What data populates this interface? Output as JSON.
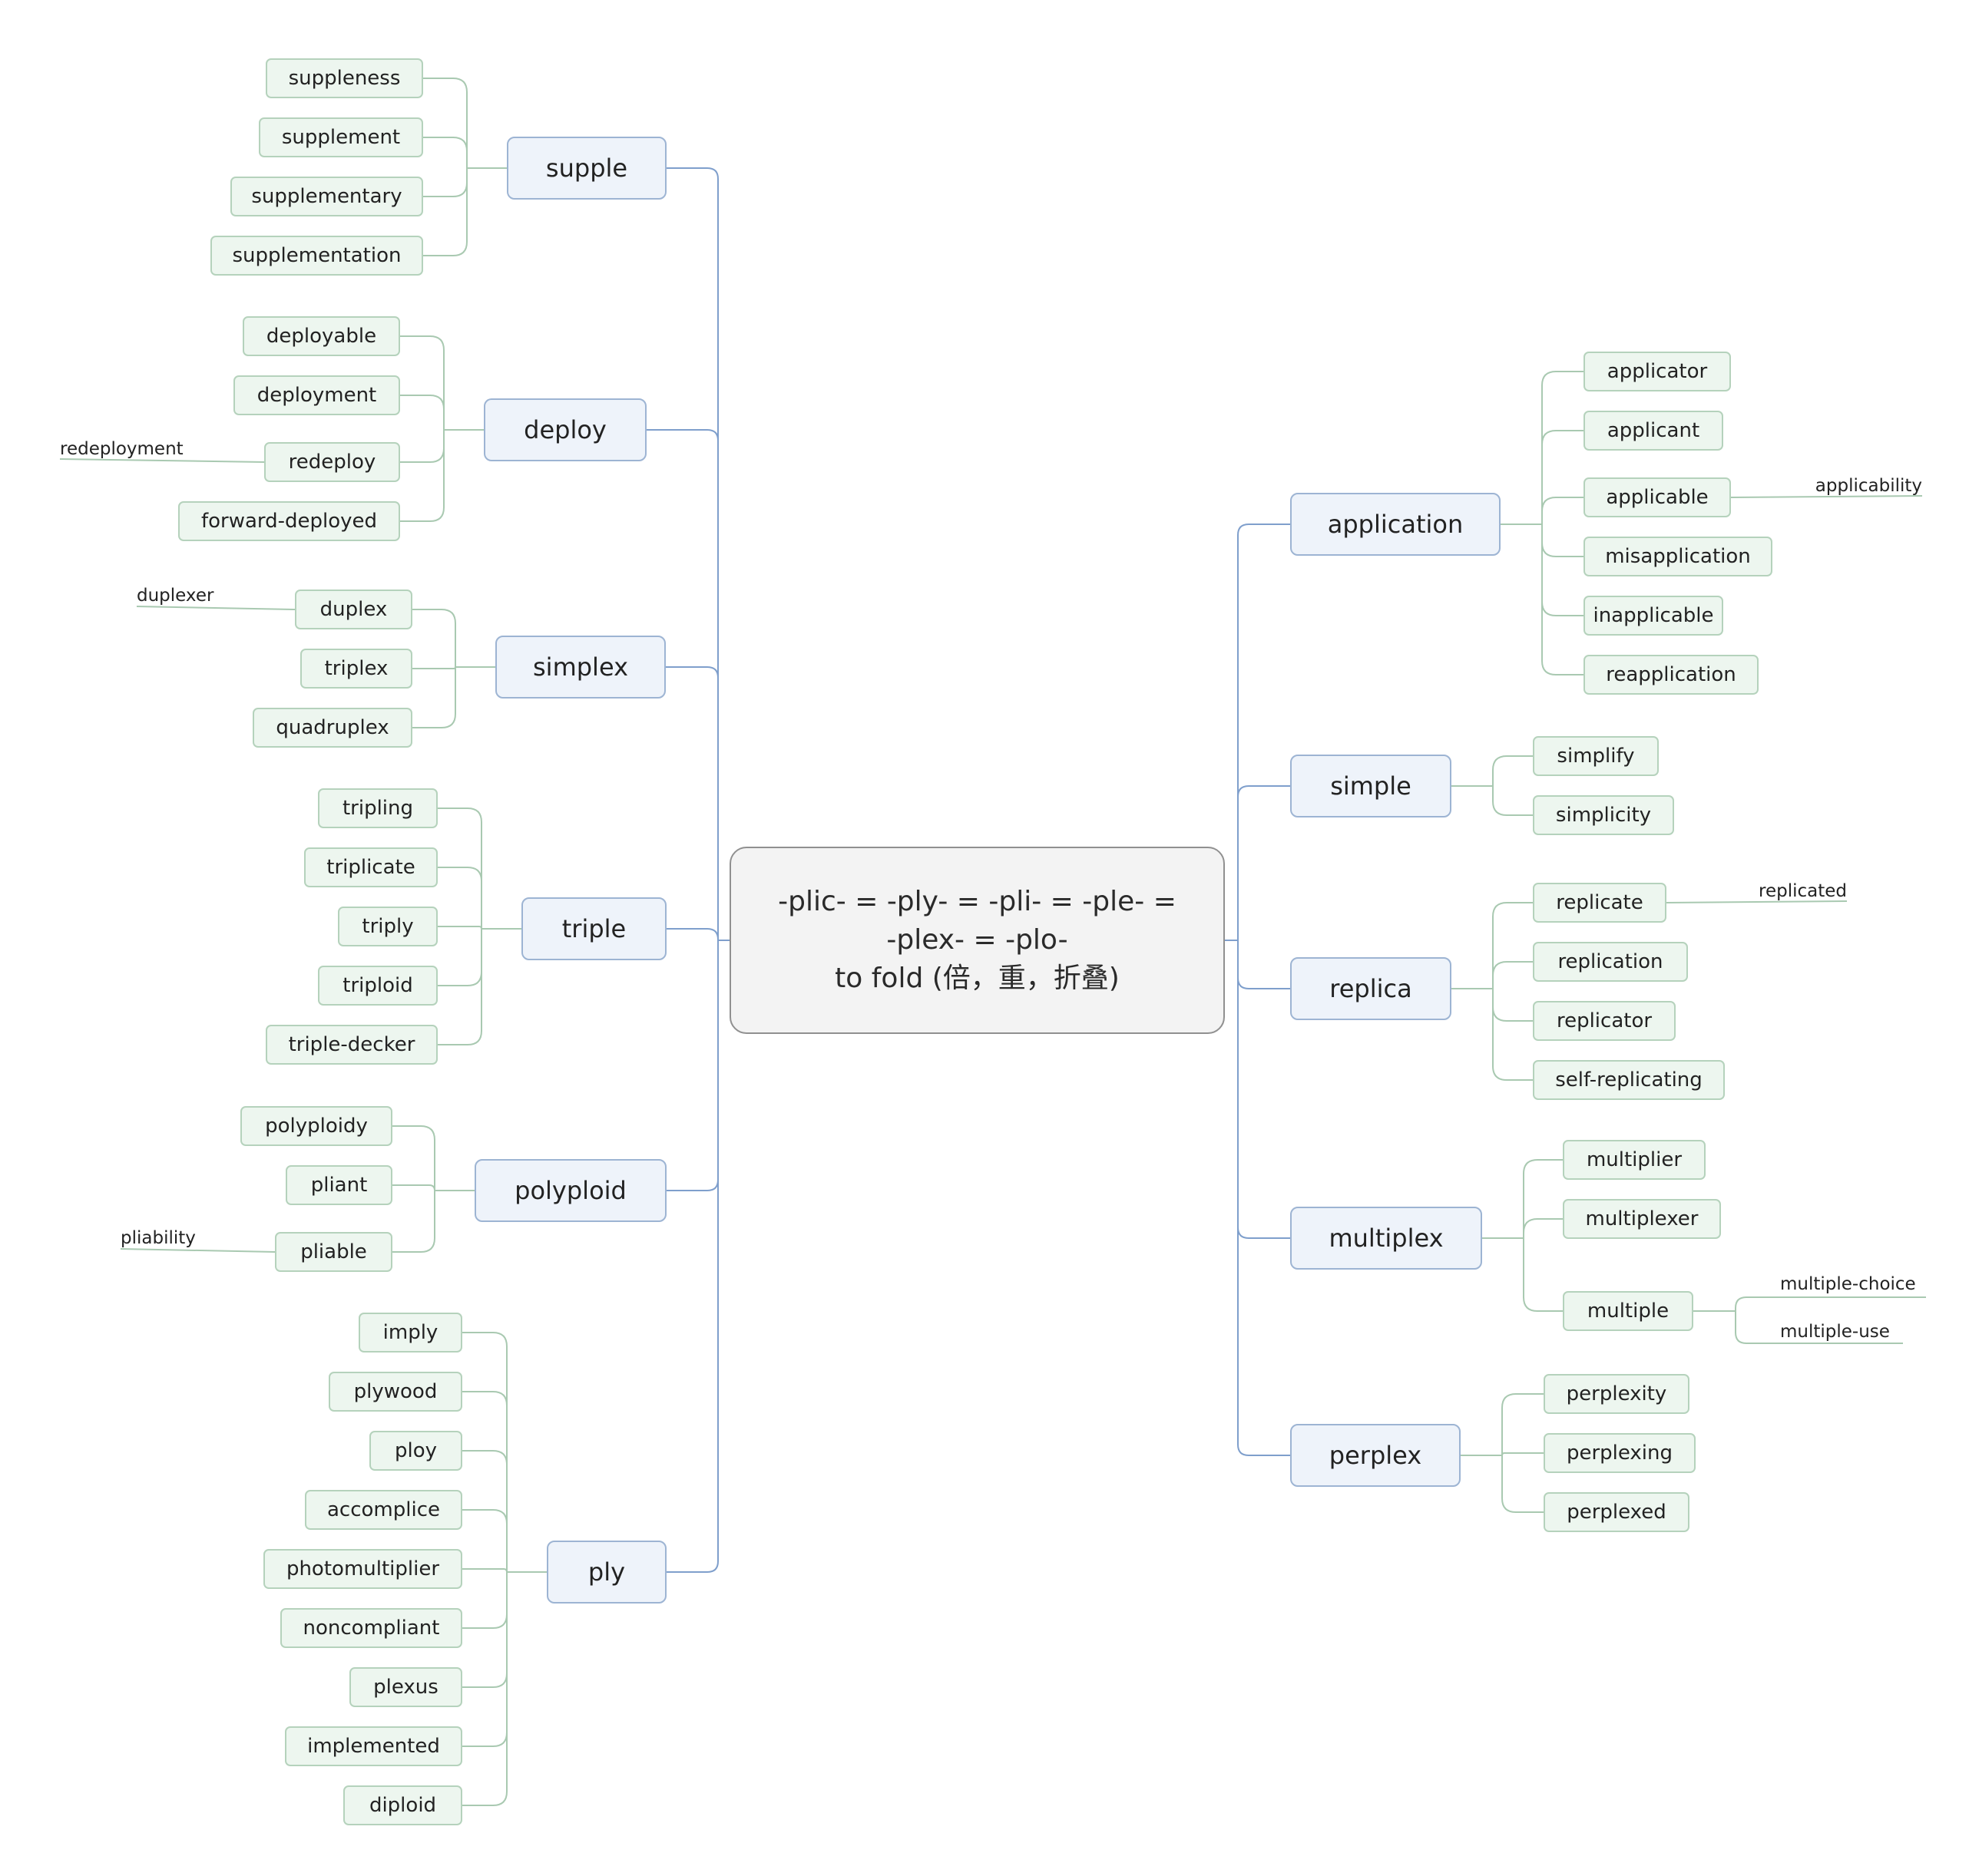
{
  "root": {
    "lines": [
      "-plic- = -ply- = -pli- = -ple- =",
      "-plex- = -plo-",
      "to fold (倍，重，折叠)"
    ]
  },
  "colors": {
    "root_fill": "#f3f3f3",
    "root_border": "#909090",
    "main_fill": "#eef3fa",
    "main_border": "#9db4d3",
    "leaf_fill": "#edf6ef",
    "leaf_border": "#b5d2bc",
    "main_connector": "#7f9fcc",
    "leaf_connector": "#a9c9b1"
  },
  "left_branches": [
    {
      "label": "supple",
      "children": [
        {
          "label": "suppleness"
        },
        {
          "label": "supplement"
        },
        {
          "label": "supplementary"
        },
        {
          "label": "supplementation"
        }
      ]
    },
    {
      "label": "deploy",
      "children": [
        {
          "label": "deployable"
        },
        {
          "label": "deployment"
        },
        {
          "label": "redeploy",
          "children": [
            "redeployment"
          ]
        },
        {
          "label": "forward-deployed"
        }
      ]
    },
    {
      "label": "simplex",
      "children": [
        {
          "label": "duplex",
          "children": [
            "duplexer"
          ]
        },
        {
          "label": "triplex"
        },
        {
          "label": "quadruplex"
        }
      ]
    },
    {
      "label": "triple",
      "children": [
        {
          "label": "tripling"
        },
        {
          "label": "triplicate"
        },
        {
          "label": "triply"
        },
        {
          "label": "triploid"
        },
        {
          "label": "triple-decker"
        }
      ]
    },
    {
      "label": "polyploid",
      "children": [
        {
          "label": "polyploidy"
        },
        {
          "label": "pliant"
        },
        {
          "label": "pliable",
          "children": [
            "pliability"
          ]
        }
      ]
    },
    {
      "label": "ply",
      "children": [
        {
          "label": "imply"
        },
        {
          "label": "plywood"
        },
        {
          "label": "ploy"
        },
        {
          "label": "accomplice"
        },
        {
          "label": "photomultiplier"
        },
        {
          "label": "noncompliant"
        },
        {
          "label": "plexus"
        },
        {
          "label": "implemented"
        },
        {
          "label": "diploid"
        }
      ]
    }
  ],
  "right_branches": [
    {
      "label": "application",
      "children": [
        {
          "label": "applicator"
        },
        {
          "label": "applicant"
        },
        {
          "label": "applicable",
          "children": [
            "applicability"
          ]
        },
        {
          "label": "misapplication"
        },
        {
          "label": "inapplicable"
        },
        {
          "label": "reapplication"
        }
      ]
    },
    {
      "label": "simple",
      "children": [
        {
          "label": "simplify"
        },
        {
          "label": "simplicity"
        }
      ]
    },
    {
      "label": "replica",
      "children": [
        {
          "label": "replicate",
          "children": [
            "replicated"
          ]
        },
        {
          "label": "replication"
        },
        {
          "label": "replicator"
        },
        {
          "label": "self-replicating"
        }
      ]
    },
    {
      "label": "multiplex",
      "children": [
        {
          "label": "multiplier"
        },
        {
          "label": "multiplexer"
        },
        {
          "label": "multiple",
          "children": [
            "multiple-choice",
            "multiple-use"
          ]
        }
      ]
    },
    {
      "label": "perplex",
      "children": [
        {
          "label": "perplexity"
        },
        {
          "label": "perplexing"
        },
        {
          "label": "perplexed"
        }
      ]
    }
  ]
}
